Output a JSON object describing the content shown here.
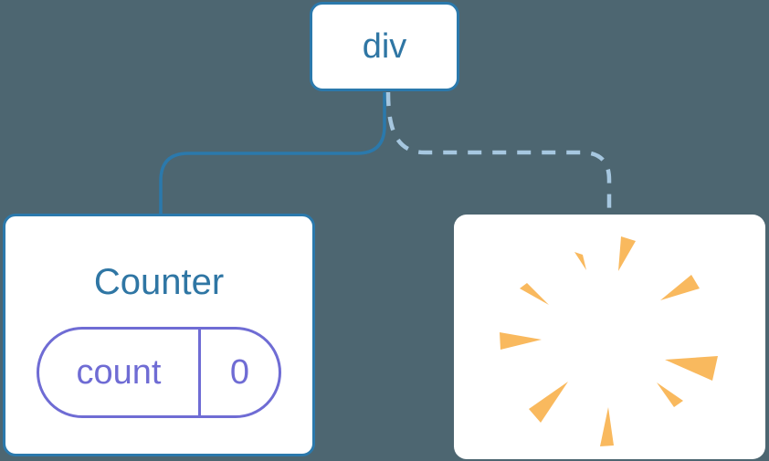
{
  "diagram": {
    "description": "Component tree: a root div element with one kept child component holding state, and one removed (poofed) child",
    "root": {
      "label": "div"
    },
    "children": [
      {
        "label": "Counter",
        "connector": "solid",
        "state": {
          "key": "count",
          "value": "0"
        }
      },
      {
        "label": "",
        "type": "poof",
        "connector": "dashed"
      }
    ]
  },
  "colors": {
    "background": "#4d6671",
    "node_bg": "#ffffff",
    "line_blue": "#2b79ac",
    "label_blue": "#2f76a4",
    "dashed_blue": "#a6c7e0",
    "state_purple": "#6f6cd4",
    "poof_orange": "#f9b95e"
  }
}
